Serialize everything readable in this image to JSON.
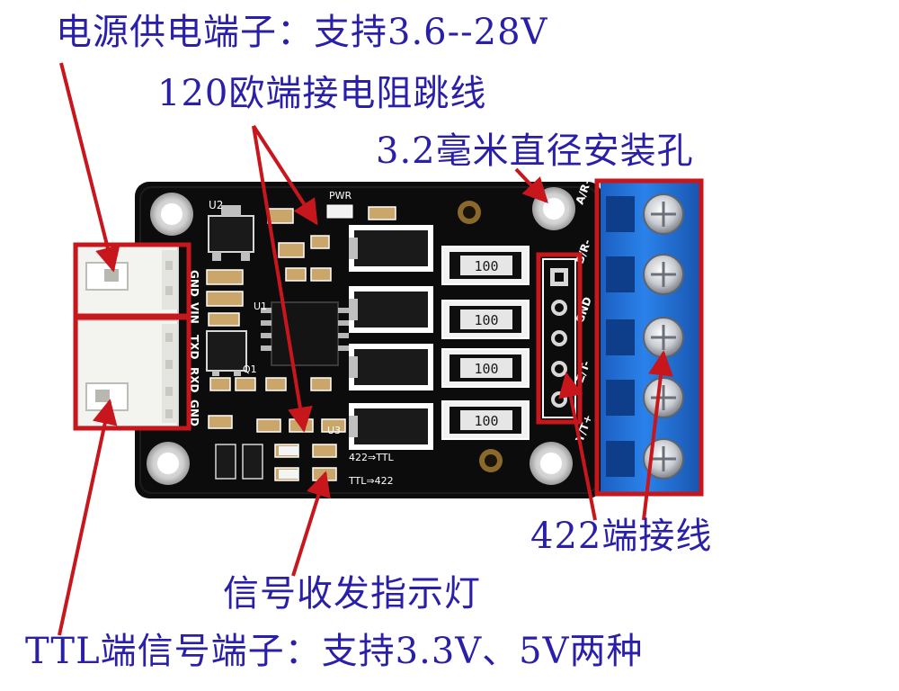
{
  "annotations": {
    "power_terminal": "电源供电端子：支持3.6--28V",
    "termination_jumper": "120欧端接电阻跳线",
    "mount_hole": "3.2毫米直径安装孔",
    "wiring_422": "422端接线",
    "signal_led": "信号收发指示灯",
    "ttl_terminal": "TTL端信号端子：支持3.3V、5V两种"
  },
  "board": {
    "pwr_label": "PWR",
    "u2_label": "U2",
    "u1_label": "U1",
    "u3_label": "U3",
    "q1_label": "Q1",
    "pins_left": [
      "GND",
      "VIN",
      "TXD",
      "RXD",
      "GND"
    ],
    "pins_right": [
      "A/R+",
      "B/R-",
      "GND",
      "Z/T-",
      "Y/T+"
    ],
    "dir_label_1": "422⇒TTL",
    "dir_label_2": "TTL⇒422",
    "resistors": [
      "100",
      "100",
      "100",
      "100"
    ]
  },
  "colors": {
    "annotation_text": "#2a1fa8",
    "arrow": "#c8161d",
    "pcb": "#0c0c0c",
    "terminal_block": "#1f6fd6"
  }
}
